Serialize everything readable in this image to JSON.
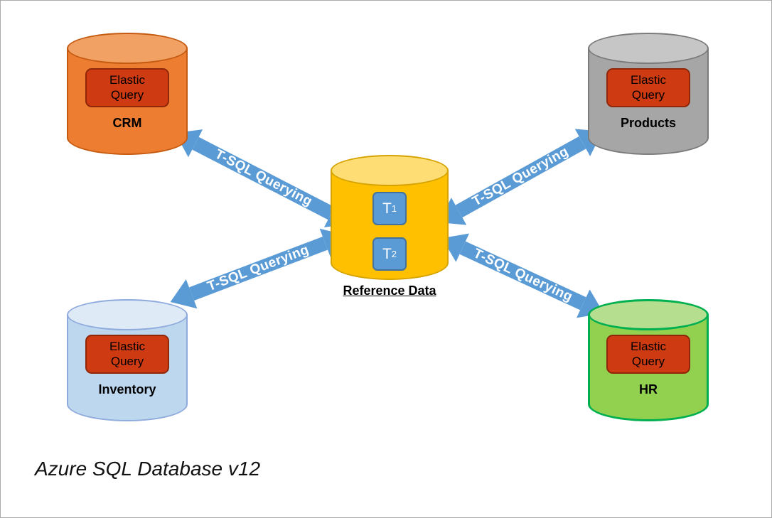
{
  "footer": {
    "title": "Azure SQL Database v12"
  },
  "arrows": {
    "label": "T-SQL Querying"
  },
  "center": {
    "label": "Reference Data",
    "tables": [
      {
        "name": "T",
        "sub": "1"
      },
      {
        "name": "T",
        "sub": "2"
      }
    ]
  },
  "databases": {
    "crm": {
      "name": "CRM",
      "badge": "Elastic Query"
    },
    "products": {
      "name": "Products",
      "badge": "Elastic Query"
    },
    "inventory": {
      "name": "Inventory",
      "badge": "Elastic Query"
    },
    "hr": {
      "name": "HR",
      "badge": "Elastic Query"
    }
  },
  "colors": {
    "arrow_blue": "#5B9BD5",
    "badge_red": "#CE3A12",
    "crm_orange": "#ED7D31",
    "products_gray": "#A6A6A6",
    "inventory_blue": "#BDD7EE",
    "hr_green": "#92D050",
    "hr_border_green": "#00B050",
    "reference_gold": "#FFC000",
    "table_blue": "#5B9BD5"
  }
}
